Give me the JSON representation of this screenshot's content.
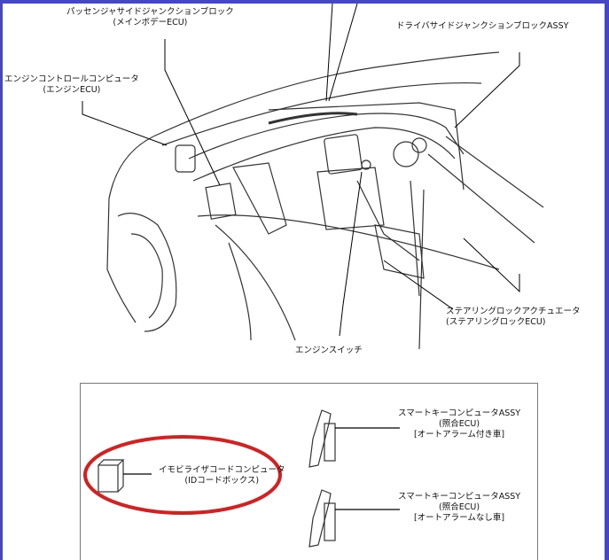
{
  "labels": {
    "passenger_jb": {
      "line1": "パッセンジャサイドジャンクションブロック",
      "line2": "(メインボデーECU)"
    },
    "driver_jb": {
      "line1": "ドライバサイドジャンクションブロックASSY"
    },
    "engine_ecu": {
      "line1": "エンジンコントロールコンピュータ",
      "line2": "(エンジンECU)"
    },
    "steering_lock": {
      "line1": "ステアリングロックアクチュエータ",
      "line2": "(ステアリングロックECU)"
    },
    "engine_switch": {
      "line1": "エンジンスイッチ"
    },
    "immobilizer": {
      "line1": "イモビライザコードコンピュータ",
      "line2": "(IDコードボックス)"
    },
    "smart_key_alarm": {
      "line1": "スマートキーコンピュータASSY",
      "line2": "(照合ECU)",
      "line3": "[オートアラーム付き車]"
    },
    "smart_key_no_alarm": {
      "line1": "スマートキーコンピュータASSY",
      "line2": "(照合ECU)",
      "line3": "[オートアラームなし車]"
    }
  },
  "colors": {
    "frame": "#4646c8",
    "highlight": "#d42020"
  }
}
